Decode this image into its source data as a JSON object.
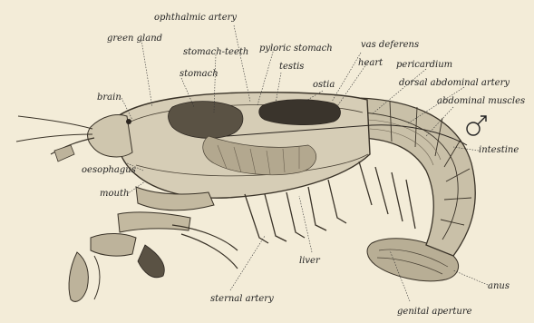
{
  "diagram": {
    "subject": "crayfish",
    "sex_symbol": "♂",
    "labels": {
      "ophthalmic_artery": "ophthalmic artery",
      "green_gland": "green gland",
      "stomach_teeth": "stomach-teeth",
      "pyloric_stomach": "pyloric stomach",
      "vas_deferens": "vas deferens",
      "stomach": "stomach",
      "testis": "testis",
      "heart": "heart",
      "pericardium": "pericardium",
      "ostia": "ostia",
      "dorsal_abdominal_artery": "dorsal abdominal artery",
      "abdominal_muscles": "abdominal muscles",
      "brain": "brain",
      "intestine": "intestine",
      "oesophagus": "oesophagus",
      "mouth": "mouth",
      "liver": "liver",
      "anus": "anus",
      "sternal_artery": "sternal artery",
      "genital_aperture": "genital aperture"
    }
  }
}
